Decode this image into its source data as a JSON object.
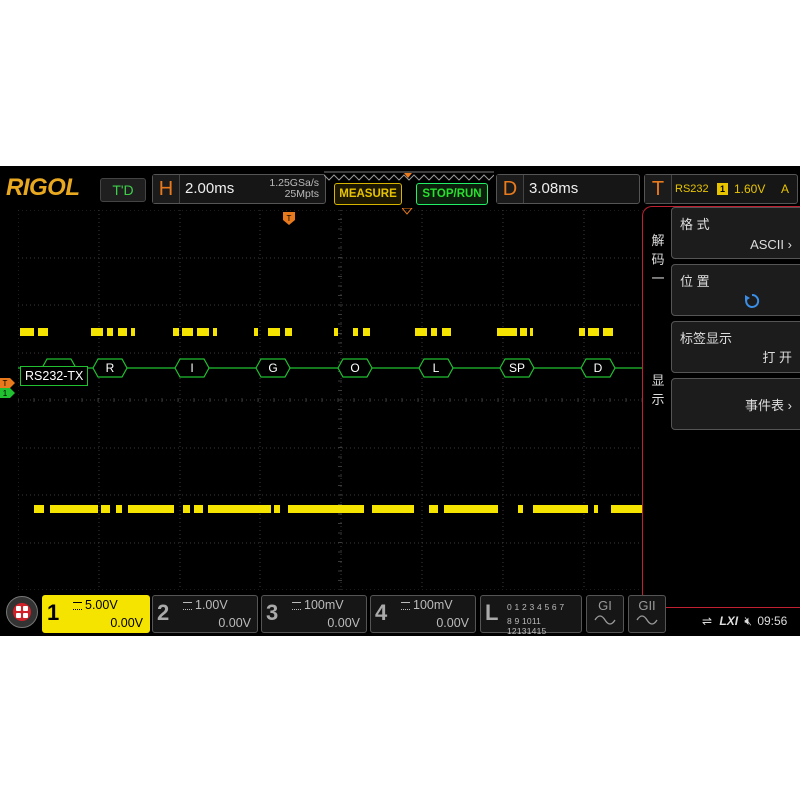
{
  "brand": "RIGOL",
  "trigger_status": "T'D",
  "horizontal": {
    "letter": "H",
    "timebase": "2.00ms",
    "sample_rate": "1.25GSa/s",
    "memory_depth": "25Mpts"
  },
  "buttons": {
    "measure": "MEASURE",
    "stop_run": "STOP/RUN"
  },
  "delay": {
    "letter": "D",
    "value": "3.08ms"
  },
  "trigger": {
    "letter": "T",
    "source": "RS232",
    "channel": "1",
    "level": "1.60V",
    "mode": "A"
  },
  "bus": {
    "label": "RS232-TX",
    "marker_t": "T",
    "marker_ch": "1",
    "frames": [
      "~",
      "R",
      "I",
      "G",
      "O",
      "L",
      "SP",
      "D"
    ]
  },
  "side_menu": {
    "group1_label": [
      "解",
      "码",
      "一"
    ],
    "group2_label": [
      "显",
      "示"
    ],
    "items": [
      {
        "title": "格 式",
        "value": "ASCII"
      },
      {
        "title": "位 置",
        "value": ""
      },
      {
        "title": "标签显示",
        "value": "打 开"
      },
      {
        "title": "",
        "value": "事件表"
      }
    ]
  },
  "channels": [
    {
      "num": "1",
      "scale": "5.00V",
      "offset": "0.00V"
    },
    {
      "num": "2",
      "scale": "1.00V",
      "offset": "0.00V"
    },
    {
      "num": "3",
      "scale": "100mV",
      "offset": "0.00V"
    },
    {
      "num": "4",
      "scale": "100mV",
      "offset": "0.00V"
    }
  ],
  "logic": {
    "letter": "L",
    "row1": "0 1 2 3  4  5 6 7",
    "row2": "8 9 1011 12131415"
  },
  "generators": [
    "GI",
    "GII"
  ],
  "status_bar": {
    "time": "09:56",
    "lxi": "LXI"
  },
  "colors": {
    "ch1": "#f5e400",
    "bus": "#20c030",
    "accent": "#e87a1d",
    "panel_border": "#c02030"
  }
}
